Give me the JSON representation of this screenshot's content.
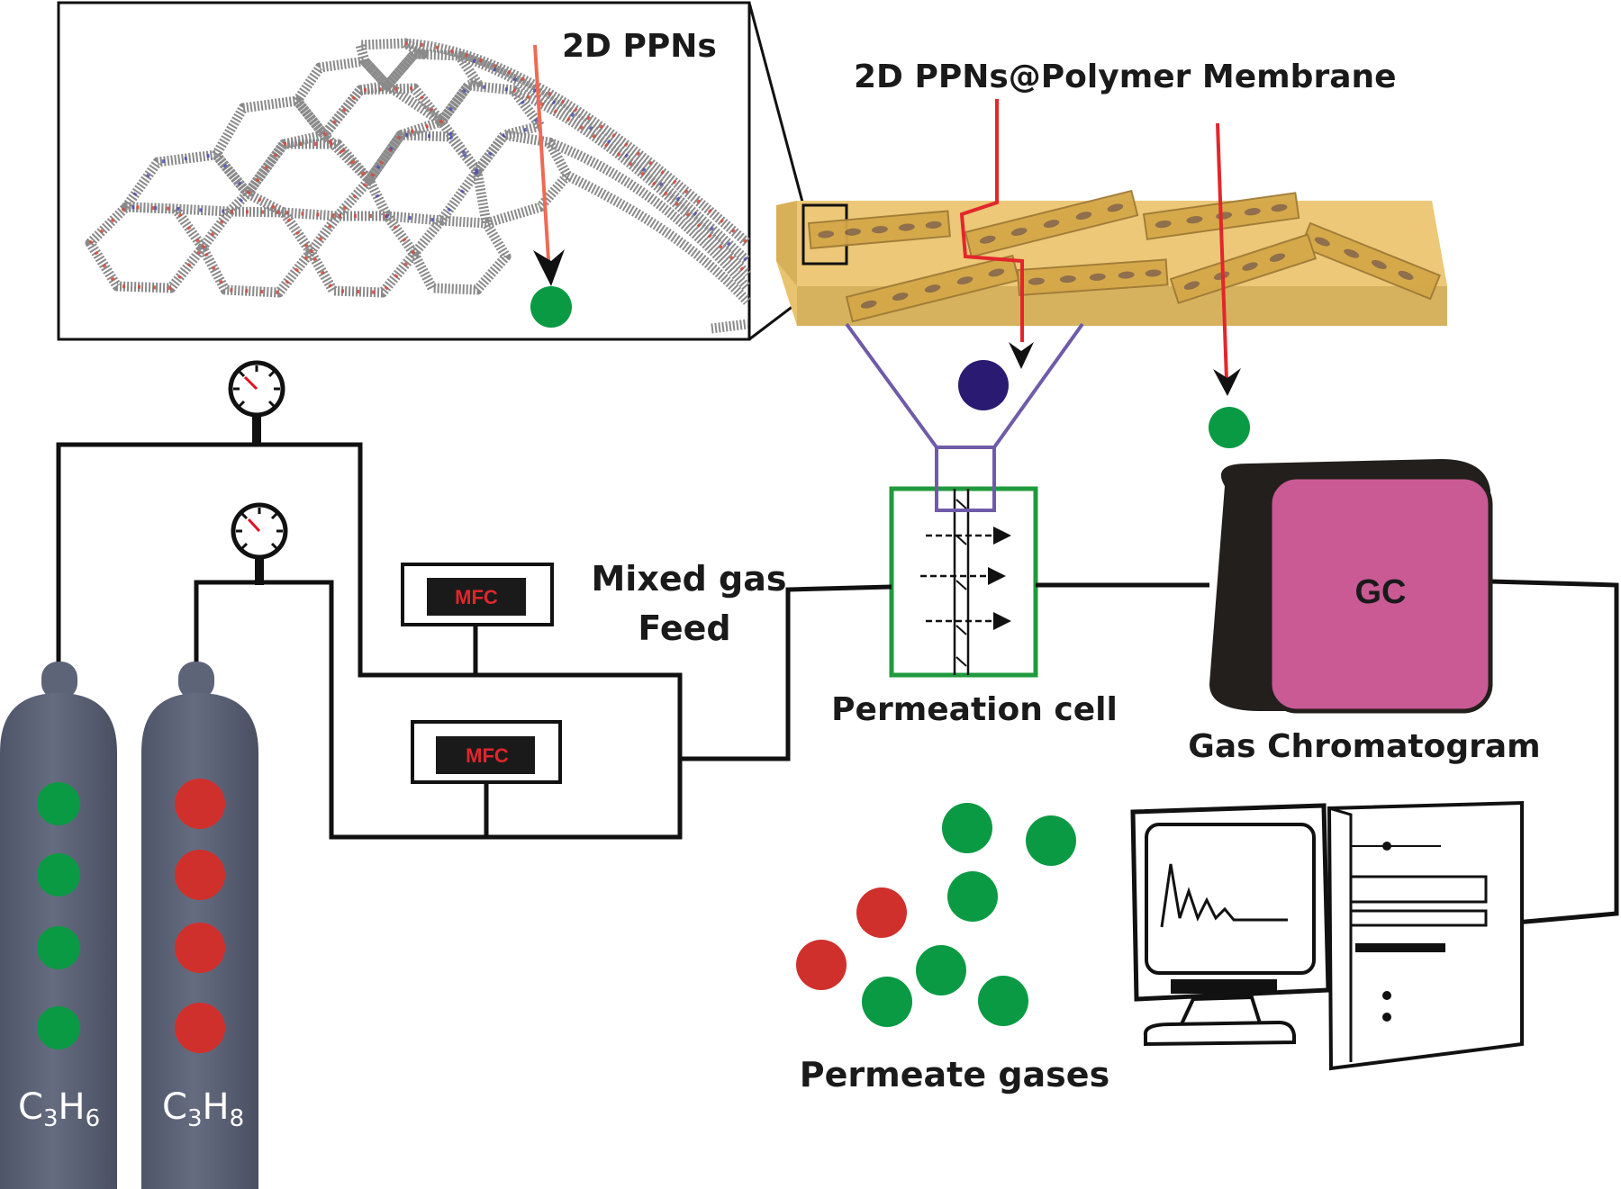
{
  "labels": {
    "ppn_inset": "2D PPNs",
    "membrane": "2D PPNs@Polymer Membrane",
    "feed_line1": "Mixed gas",
    "feed_line2": "Feed",
    "permeation_cell": "Permeation cell",
    "gas_chromatogram": "Gas Chromatogram",
    "gc": "GC",
    "permeate_gases": "Permeate gases",
    "mfc_top": "MFC",
    "mfc_bottom": "MFC"
  },
  "cylinders": [
    {
      "id": "propylene",
      "formula_main": "C",
      "sub1": "3",
      "mid": "H",
      "sub2": "6",
      "molecule_color": "green",
      "count": 4
    },
    {
      "id": "propane",
      "formula_main": "C",
      "sub1": "3",
      "mid": "H",
      "sub2": "8",
      "molecule_color": "red",
      "count": 4
    }
  ],
  "colors": {
    "propylene_green": "#0a9a44",
    "propane_red": "#d0302b",
    "blocked_purple": "#2a1a72",
    "cylinder": "#5d6478",
    "membrane_tan": "#e9c36f",
    "gc_pink": "#c95a94",
    "cell_green": "#1f9a3c",
    "funnel_purple": "#6f5ba8",
    "arrow_red": "#e3262c"
  }
}
